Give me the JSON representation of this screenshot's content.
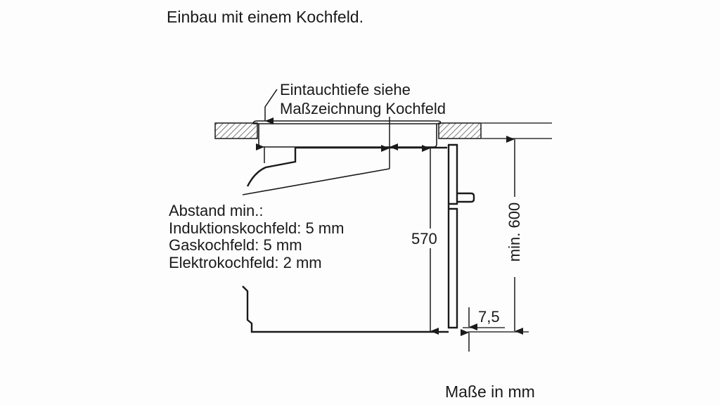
{
  "diagram": {
    "title": "Einbau mit einem Kochfeld.",
    "hob_note": {
      "line1": "Eintauchtiefe siehe",
      "line2": "Maßzeichnung Kochfeld"
    },
    "clearance": {
      "heading": "Abstand min.:",
      "items": [
        {
          "label": "Induktionskochfeld: 5 mm"
        },
        {
          "label": "Gaskochfeld: 5 mm"
        },
        {
          "label": "Elektrokochfeld: 2 mm"
        }
      ]
    },
    "dimensions": {
      "oven_height": "570",
      "niche_height": "min. 600",
      "plinth_offset": "7,5"
    },
    "units_note": "Maße in mm",
    "colors": {
      "line": "#1a1a1a",
      "background": "#fdfdfd",
      "hatch": "#555555"
    }
  }
}
